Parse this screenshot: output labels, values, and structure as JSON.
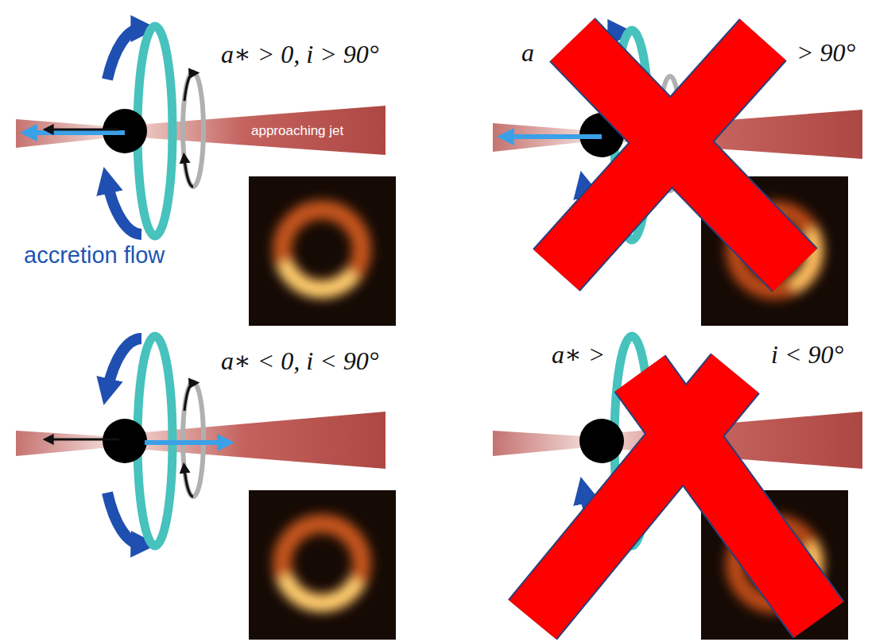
{
  "diagram": {
    "labels": [
      "a∗ > 0, i > 90°",
      "approaching jet",
      "accretion flow",
      "a",
      "> 90°",
      "a∗ < 0, i < 90°",
      "a∗ >",
      "i < 90°"
    ]
  }
}
